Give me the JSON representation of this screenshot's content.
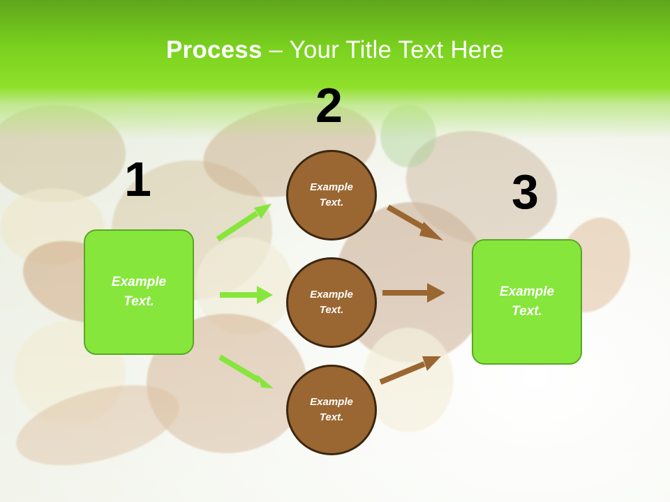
{
  "title": {
    "strong": "Process",
    "rest": " – Your Title Text Here"
  },
  "numbers": {
    "n1": "1",
    "n2": "2",
    "n3": "3"
  },
  "left_box": {
    "line1": "Example",
    "line2": "Text."
  },
  "right_box": {
    "line1": "Example",
    "line2": "Text."
  },
  "circles": [
    {
      "line1": "Example",
      "line2": "Text."
    },
    {
      "line1": "Example",
      "line2": "Text."
    },
    {
      "line1": "Example",
      "line2": "Text."
    }
  ],
  "colors": {
    "accent_green": "#86e63c",
    "circle_brown": "#9a6631",
    "arrow_green": "#86e63c",
    "arrow_brown": "#9a6631"
  }
}
